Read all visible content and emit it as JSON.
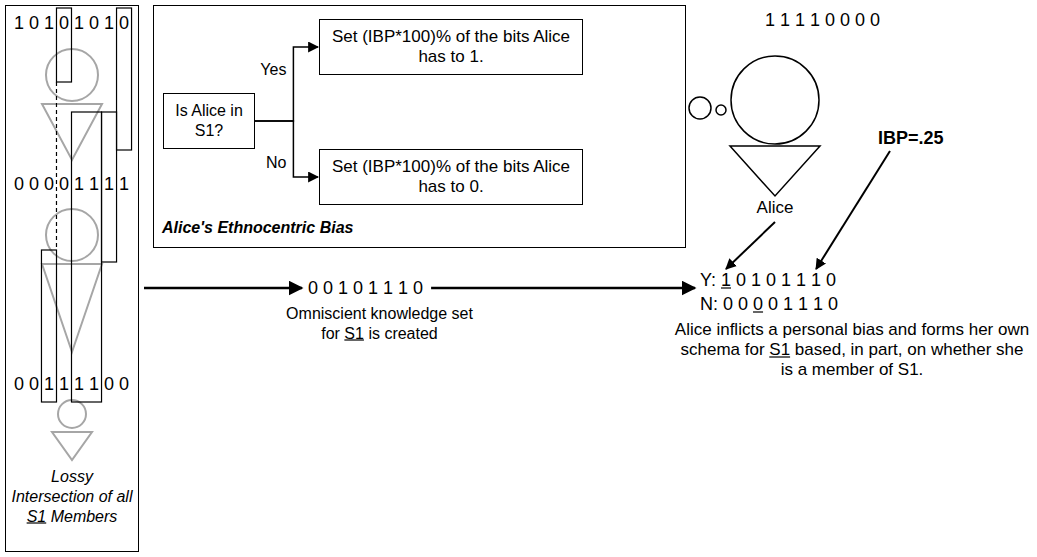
{
  "diagram": {
    "nodes": [
      {
        "text": [
          "1 0 1 0 1 0 1 0",
          "0 0 0 0 1 1 1 1",
          "0 0 1 1 1 1 0 0",
          "Lossy Intersection of all S1 Members"
        ]
      },
      {
        "text": [
          "Alice's Ethnocentric Bias"
        ]
      },
      {
        "text": [
          "Is Alice in S1?"
        ],
        "in": 1
      },
      {
        "text": [
          "Set (IBP*100)% of the bits Alice has to 1."
        ],
        "in": 1
      },
      {
        "text": [
          "Set (IBP*100)% of the bits Alice has to 0."
        ],
        "in": 1
      },
      {
        "text": [
          "Alice"
        ]
      }
    ],
    "edges": [
      {
        "from": 2,
        "to": 3,
        "label": "Yes",
        "arrow": "to"
      },
      {
        "from": 2,
        "to": 4,
        "label": "No",
        "arrow": "to"
      }
    ],
    "labels": [
      "1 1 1 1 0 0 0 0",
      "IBP=.25",
      "0 0 1 0 1 1 1 0",
      "Omniscient knowledge set for S1 is created",
      "Y: 1 0 1 0 1 1 1 0",
      "N: 0 0 0 0 1 1 1 0",
      "Alice inflicts a personal bias and forms her own schema for S1 based, in part, on whether she is a member of S1."
    ]
  }
}
